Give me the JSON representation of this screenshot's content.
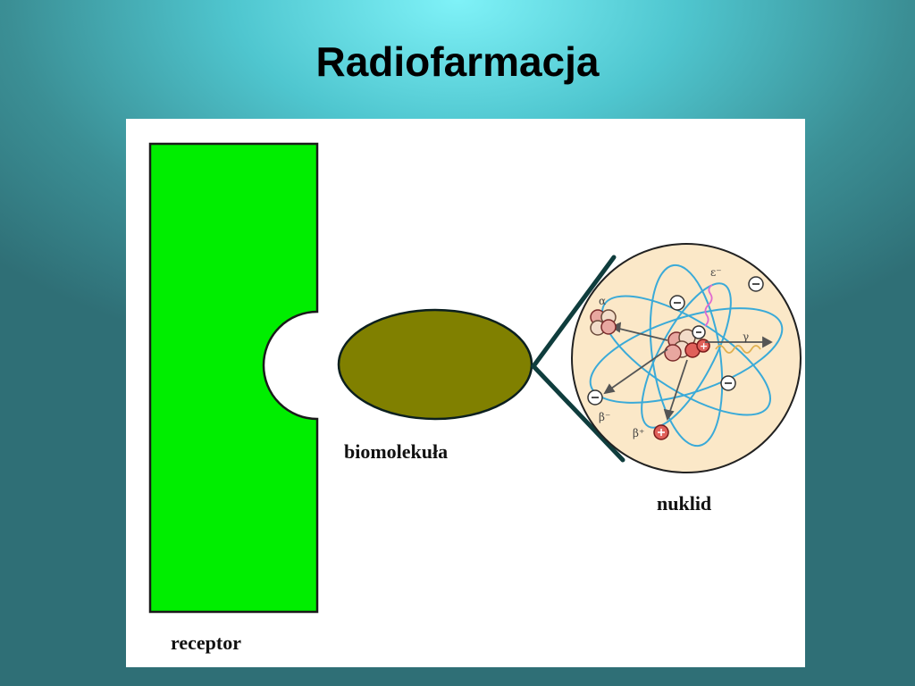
{
  "title": "Radiofarmacja",
  "labels": {
    "receptor": "receptor",
    "biomolecule": "biomolekuła",
    "nuclide": "nuklid"
  },
  "atom_symbols": {
    "alpha": "α",
    "electron_capture": "ε⁻",
    "gamma": "γ",
    "beta_minus": "β⁻",
    "beta_plus": "β⁺"
  },
  "colors": {
    "receptor": "#00ee00",
    "biomolecule": "#808000",
    "nucleus_disc": "#fbe8c8",
    "orbit": "#3aaad8",
    "connector": "#0f3d3d"
  }
}
